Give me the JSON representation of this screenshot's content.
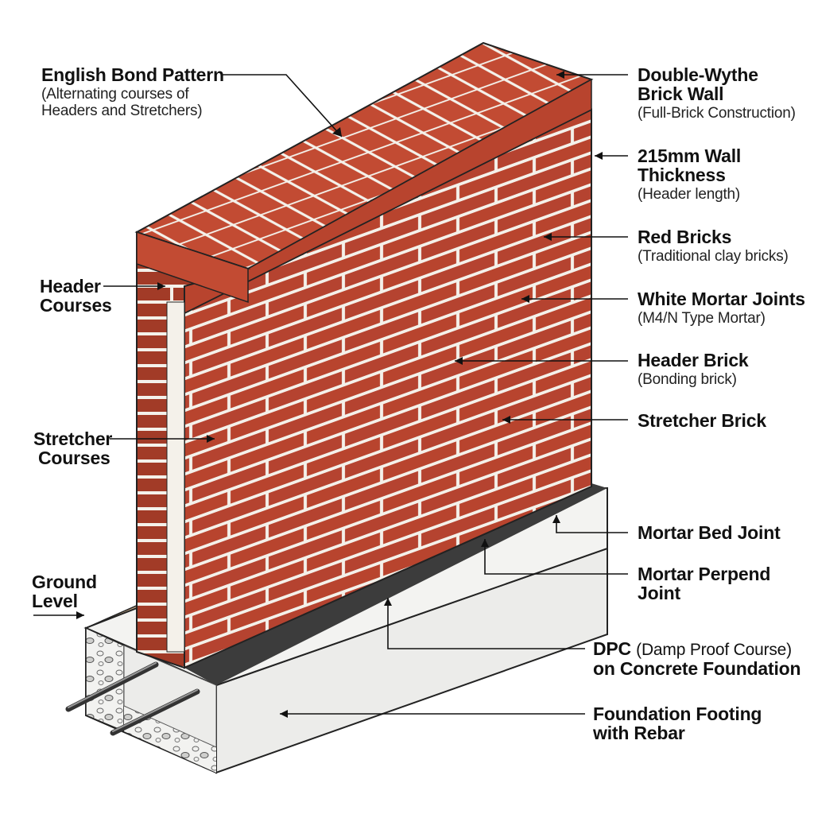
{
  "labels": {
    "english_bond": {
      "title": "English Bond Pattern",
      "sub1": "(Alternating courses of",
      "sub2": "Headers and Stretchers)"
    },
    "double_wythe": {
      "title1": "Double-Wythe",
      "title2": "Brick Wall",
      "sub": "(Full-Brick Construction)"
    },
    "thickness": {
      "title1": "215mm Wall",
      "title2": "Thickness",
      "sub": "(Header length)"
    },
    "red_bricks": {
      "title": "Red Bricks",
      "sub": "(Traditional clay bricks)"
    },
    "mortar_joints": {
      "title": "White Mortar Joints",
      "sub": "(M4/N Type Mortar)"
    },
    "header_brick": {
      "title": "Header Brick",
      "sub": "(Bonding brick)"
    },
    "stretcher_brick": {
      "title": "Stretcher Brick"
    },
    "header_courses": {
      "line1": "Header",
      "line2": "Courses"
    },
    "stretcher_courses": {
      "line1": "Stretcher",
      "line2": "Courses"
    },
    "ground_level": {
      "line1": "Ground",
      "line2": "Level"
    },
    "bed_joint": {
      "title": "Mortar Bed Joint"
    },
    "perpend_joint": {
      "title1": "Mortar Perpend",
      "title2": "Joint"
    },
    "dpc": {
      "abbr": "DPC",
      "paren": "(Damp Proof Course)",
      "line2": "on Concrete Foundation"
    },
    "footing": {
      "title1": "Foundation Footing",
      "title2": "with Rebar"
    }
  },
  "colors": {
    "brick": "#b8442e",
    "brick_dark": "#973522",
    "brick_light": "#c9533a",
    "mortar": "#f4f1ea",
    "concrete": "#ececea",
    "concrete_side": "#d9d8d4",
    "soil": "#c7ab88",
    "dpc": "#3c3c3c"
  }
}
